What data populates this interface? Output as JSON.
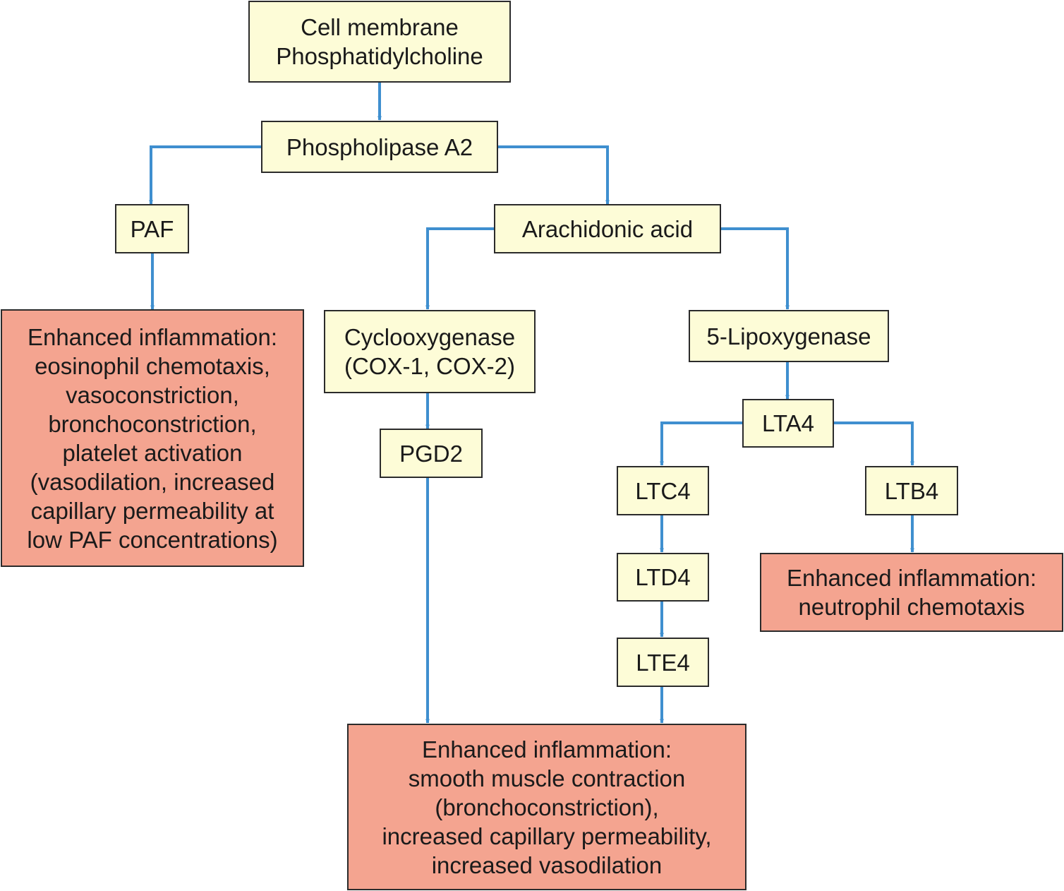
{
  "colors": {
    "arrow": "#3f8fcf",
    "node_fill": "#fdfcd7",
    "effect_fill": "#f4a490",
    "border": "#2b2b2b"
  },
  "nodes": {
    "cell_membrane": [
      "Cell membrane",
      "Phosphatidylcholine"
    ],
    "phospholipase": "Phospholipase A2",
    "paf": "PAF",
    "arachidonic": "Arachidonic acid",
    "cyclooxygenase": [
      "Cyclooxygenase",
      "(COX-1, COX-2)"
    ],
    "lipoxygenase": "5-Lipoxygenase",
    "pgd2": "PGD2",
    "lta4": "LTA4",
    "ltc4": "LTC4",
    "ltb4": "LTB4",
    "ltd4": "LTD4",
    "lte4": "LTE4"
  },
  "effects": {
    "paf_effect": [
      "Enhanced inflammation:",
      "eosinophil chemotaxis,",
      "vasoconstriction,",
      "bronchoconstriction,",
      "platelet activation",
      "(vasodilation, increased",
      "capillary permeability at",
      "low PAF concentrations)"
    ],
    "ltb4_effect": [
      "Enhanced inflammation:",
      "neutrophil chemotaxis"
    ],
    "bottom_effect": [
      "Enhanced inflammation:",
      "smooth muscle contraction",
      "(bronchoconstriction),",
      "increased capillary permeability,",
      "increased vasodilation"
    ]
  }
}
